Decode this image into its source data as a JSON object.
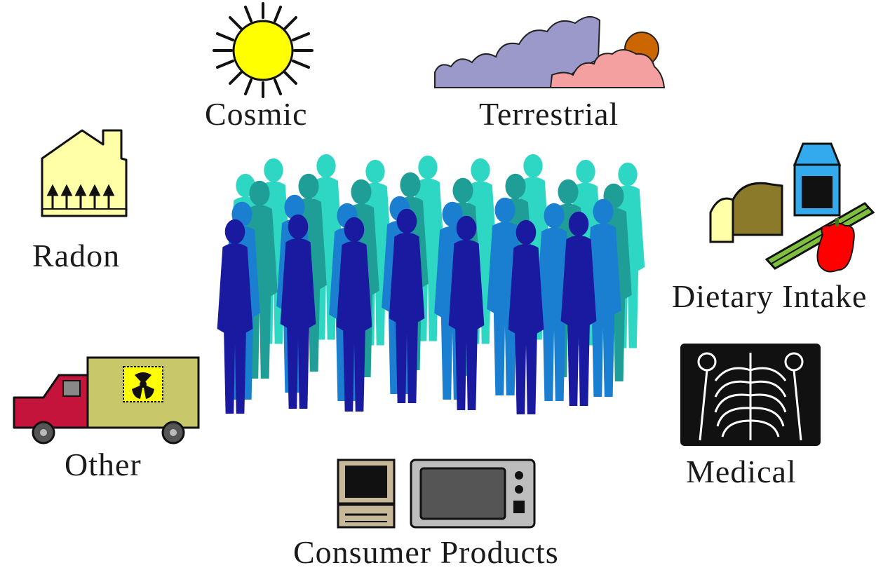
{
  "sources": {
    "cosmic": "Cosmic",
    "terrestrial": "Terrestrial",
    "radon": "Radon",
    "dietary": "Dietary Intake",
    "medical": "Medical",
    "other": "Other",
    "consumer": "Consumer Products"
  },
  "icons": {
    "cosmic": "sun-icon",
    "terrestrial": "landscape-icon",
    "radon": "house-icon",
    "dietary": "food-icon",
    "medical": "xray-icon",
    "other": "truck-icon",
    "consumer": "electronics-icon",
    "center": "crowd-icon"
  },
  "colors": {
    "sun": "#ffff00",
    "cloud": "#9a99c9",
    "hill": "#f4a0a0",
    "sunset": "#cc6600",
    "house": "#ffffa8",
    "truck_cab": "#c4143c",
    "truck_box": "#c8c86a",
    "hazard": "#ffff00",
    "crowd_back": "#2ed6c4",
    "crowd_mid": "#1a7fd0",
    "crowd_front": "#1a1aa0",
    "apple": "#ff0000",
    "celery": "#7fbf3f",
    "carton": "#33aaee"
  }
}
